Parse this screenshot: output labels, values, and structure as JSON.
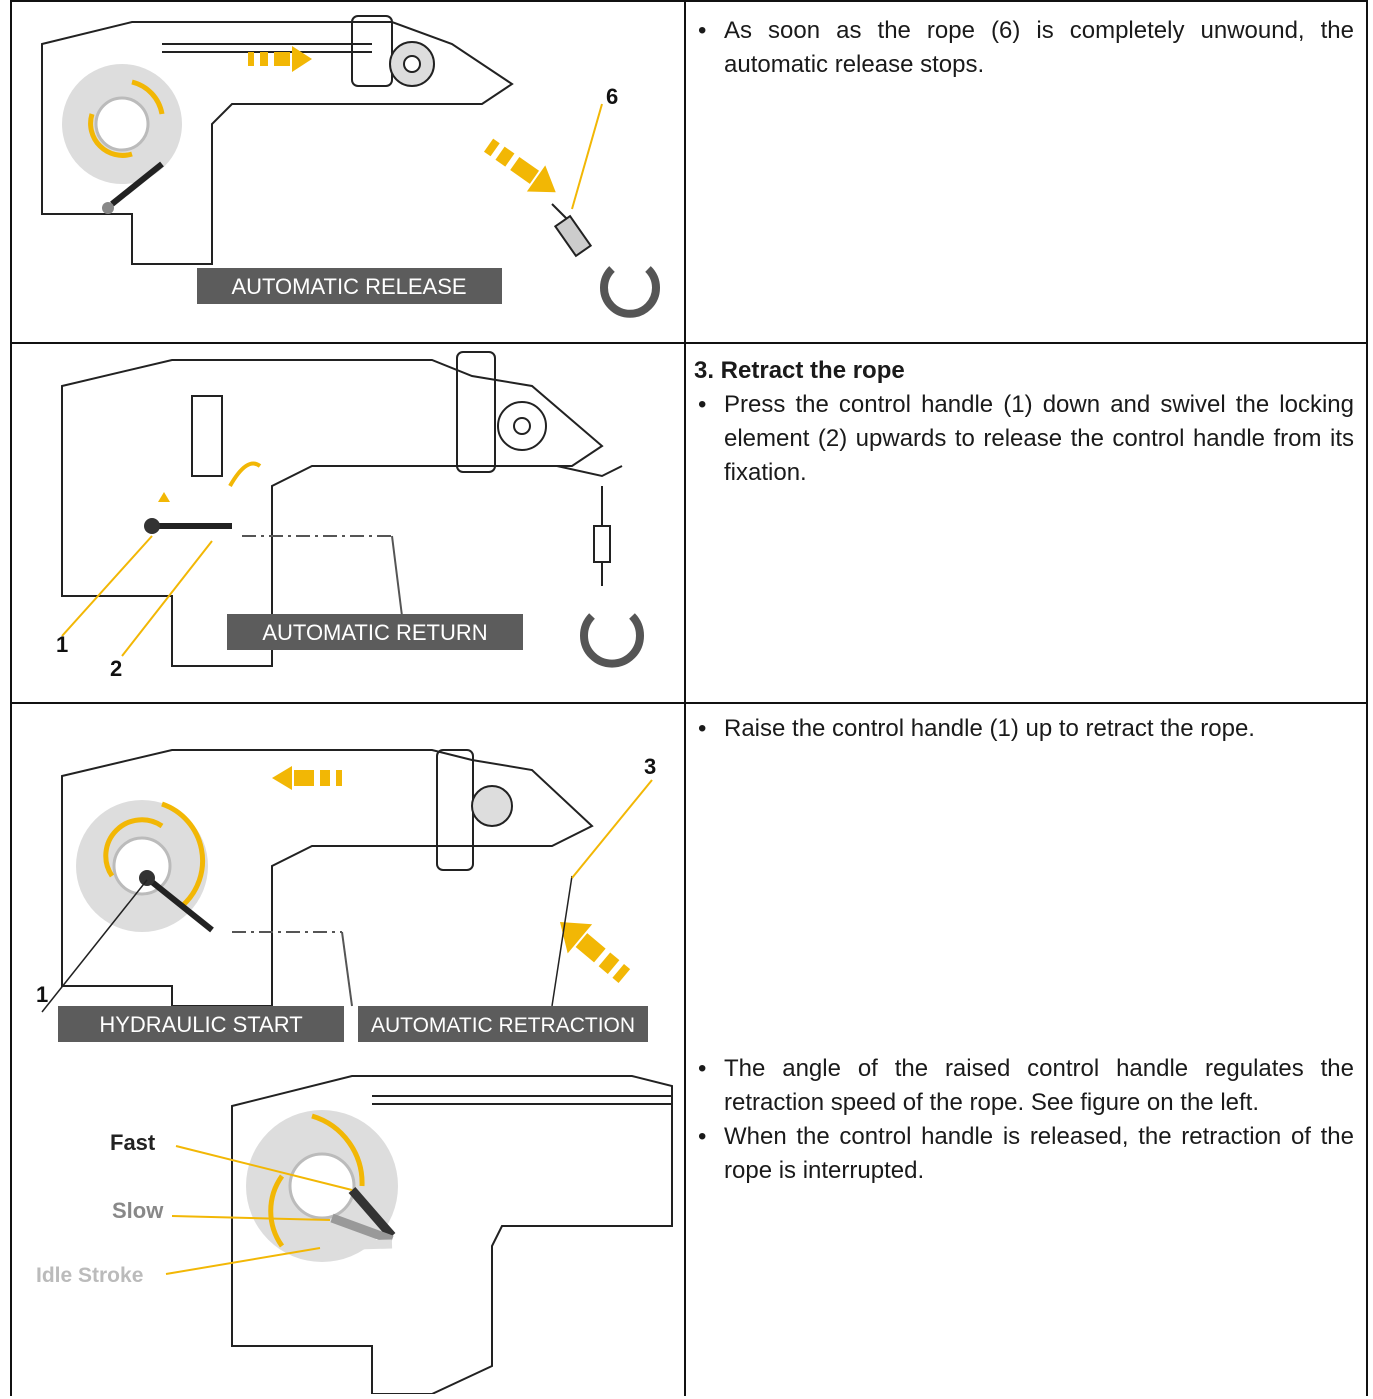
{
  "row1": {
    "tag": "AUTOMATIC RELEASE",
    "callout_6": "6",
    "bullet_1": "As soon as the rope (6) is completely unwound, the automatic release stops.",
    "colors": {
      "accent": "#f2b705",
      "tag_bg": "#5c5c5c"
    }
  },
  "row2": {
    "heading": "3.   Retract the rope",
    "tag": "AUTOMATIC RETURN",
    "callout_1": "1",
    "callout_2": "2",
    "bullet_1": "Press the control handle (1) down and swivel the locking element (2) upwards to release the control handle from its fixation."
  },
  "row3": {
    "tag_left": "HYDRAULIC START",
    "tag_right": "AUTOMATIC RETRACTION",
    "callout_1": "1",
    "callout_3": "3",
    "speed_fast": "Fast",
    "speed_slow": "Slow",
    "speed_idle": "Idle Stroke",
    "bullet_1": "Raise the control handle (1) up to retract the rope.",
    "bullet_2": "The angle of the raised control handle regulates the retraction speed of the rope. See figure on the left.",
    "bullet_3": "When the control handle is released, the retraction of the rope is interrupted."
  }
}
